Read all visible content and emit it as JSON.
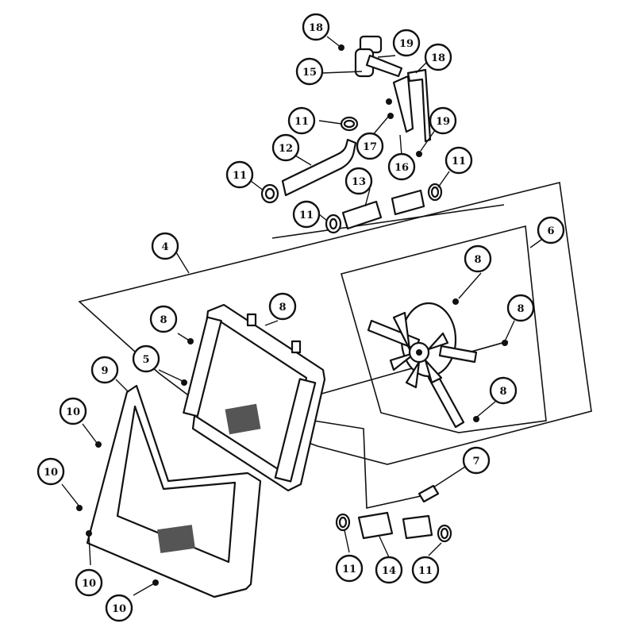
{
  "callouts": [
    "18",
    "19",
    "18",
    "15",
    "11",
    "19",
    "17",
    "16",
    "12",
    "11",
    "11",
    "13",
    "11",
    "4",
    "6",
    "8",
    "8",
    "5",
    "8",
    "8",
    "8",
    "9",
    "10",
    "10",
    "10",
    "10",
    "7",
    "11",
    "14",
    "11"
  ]
}
